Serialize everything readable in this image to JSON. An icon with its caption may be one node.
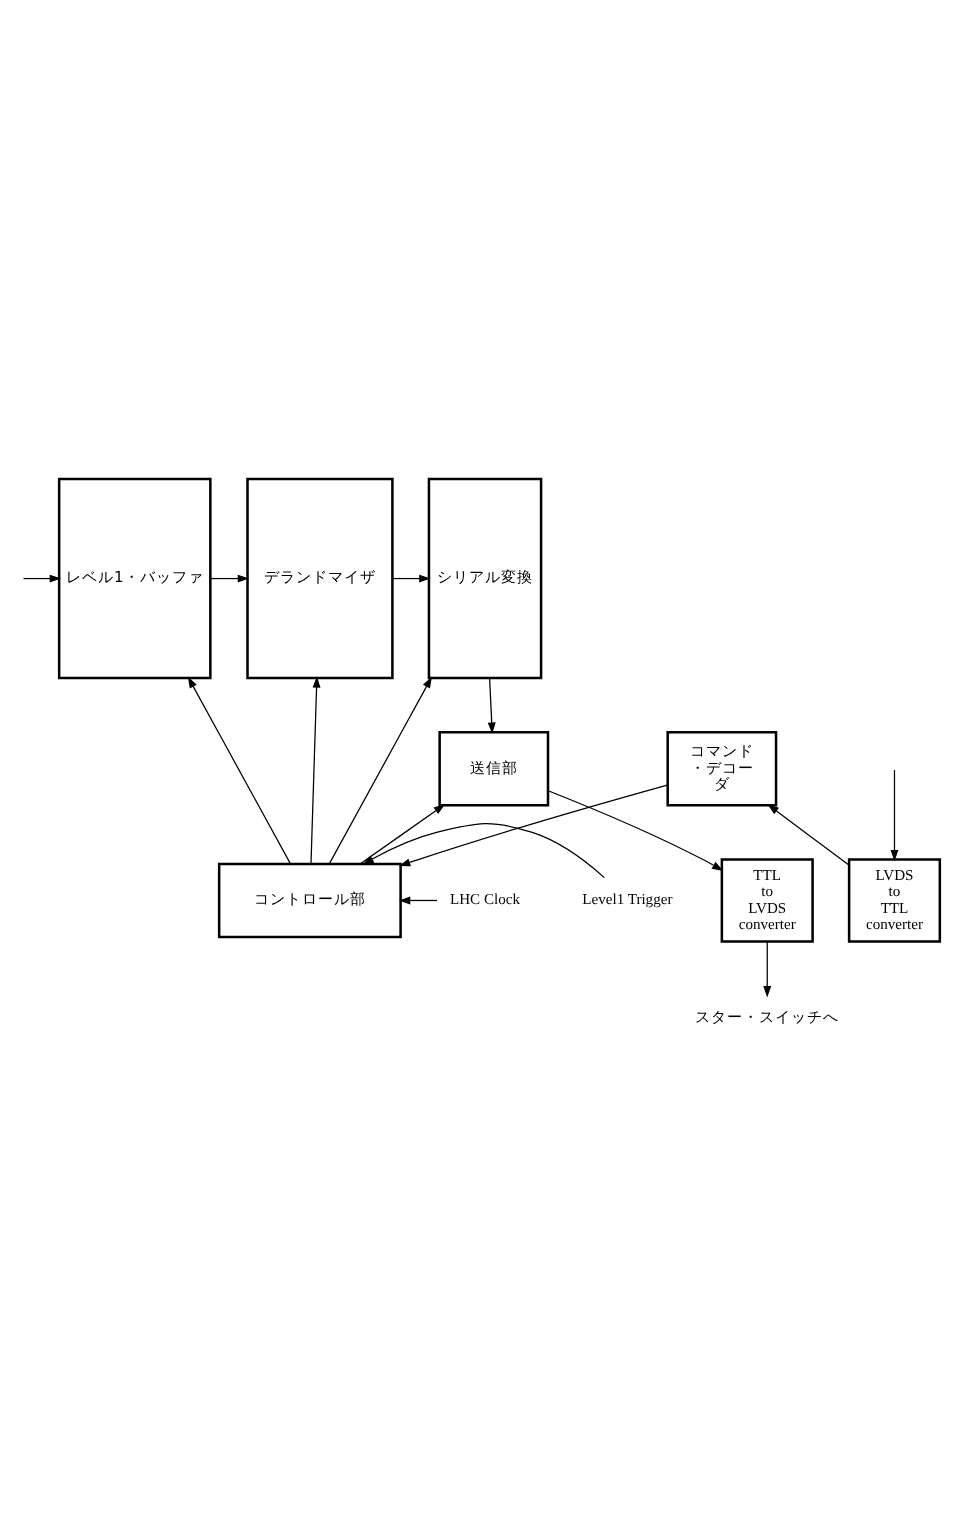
{
  "diagram": {
    "nodes": [
      {
        "text": [
          "レベル1・バッファ"
        ]
      },
      {
        "text": [
          "デランドマイザ"
        ]
      },
      {
        "text": [
          "シリアル変換"
        ]
      },
      {
        "text": [
          "LHC Clock"
        ]
      },
      {
        "text": [
          "Level1 Trigger"
        ]
      },
      {
        "text": [
          "コントロール部"
        ]
      },
      {
        "text": [
          "コマンド・デコーダ"
        ]
      },
      {
        "text": [
          "送信部"
        ]
      },
      {
        "text": [
          "LVDS to TTL converter"
        ]
      },
      {
        "text": [
          "TTL to LVDS converter"
        ]
      },
      {
        "text": [
          "スター・スイッチへ"
        ]
      }
    ],
    "edges": [
      {
        "from": null,
        "to": 0,
        "arrow": "to"
      },
      {
        "from": 0,
        "to": 1,
        "arrow": "to"
      },
      {
        "from": 1,
        "to": 2,
        "arrow": "to"
      },
      {
        "from": 5,
        "to": 0,
        "arrow": "to"
      },
      {
        "from": 5,
        "to": 1,
        "arrow": "to"
      },
      {
        "from": 5,
        "to": 2,
        "arrow": "to"
      },
      {
        "from": 3,
        "to": 5,
        "arrow": "to"
      },
      {
        "from": 4,
        "to": 5,
        "arrow": "to"
      },
      {
        "from": 6,
        "to": 5,
        "arrow": "to"
      },
      {
        "from": 5,
        "to": 7,
        "arrow": "to"
      },
      {
        "from": 2,
        "to": 7,
        "arrow": "to"
      },
      {
        "from": 8,
        "to": 6,
        "arrow": "to"
      },
      {
        "from": null,
        "to": 8,
        "arrow": "to"
      },
      {
        "from": 7,
        "to": 9,
        "arrow": "to"
      },
      {
        "from": 9,
        "to": 10,
        "arrow": "to"
      }
    ]
  }
}
